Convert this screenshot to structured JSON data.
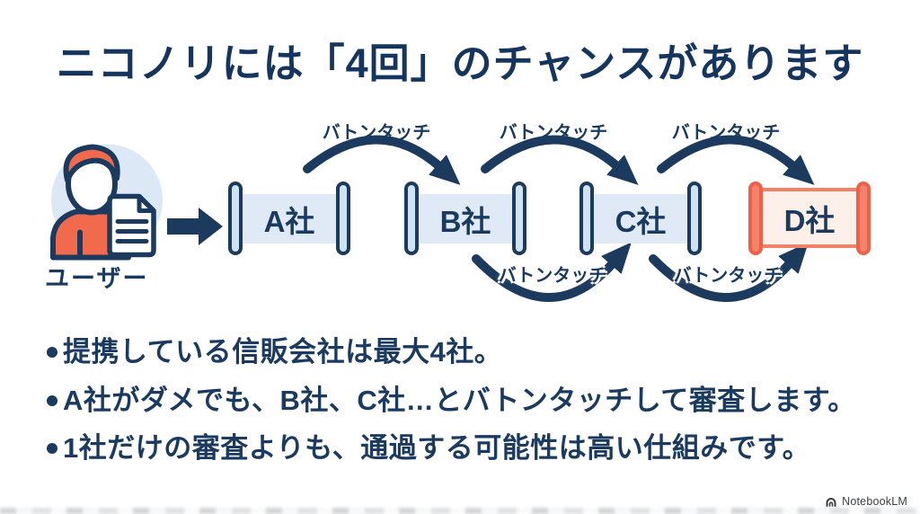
{
  "title": "ニコノリには「4回」のチャンスがあります",
  "diagram": {
    "user": {
      "label": "ユーザー"
    },
    "companies": [
      {
        "label": "A社",
        "style": "blue"
      },
      {
        "label": "B社",
        "style": "blue"
      },
      {
        "label": "C社",
        "style": "blue"
      },
      {
        "label": "D社",
        "style": "orange"
      }
    ],
    "baton_labels": {
      "top": [
        "バトンタッチ",
        "バトンタッチ",
        "バトンタッチ"
      ],
      "bottom": [
        "バトンタッチ",
        "バトンタッチ"
      ]
    }
  },
  "bullets": [
    "提携している信販会社は最大4社。",
    "A社がダメでも、B社、C社…とバトンタッチして審査します。",
    "1社だけの審査よりも、通過する可能性は高い仕組みです。"
  ],
  "watermark": {
    "text": "NotebookLM"
  },
  "colors": {
    "navy": "#1c3a5e",
    "text_navy": "#1b3a5f",
    "light_blue_bar": "#cfe3f4",
    "light_blue_band": "#dfeaf6",
    "avatar_circle": "#dce8f5",
    "orange": "#f26a4d",
    "orange_bar": "#f5826a",
    "orange_band": "#fdefe9",
    "watermark_gray": "#3b4045"
  }
}
